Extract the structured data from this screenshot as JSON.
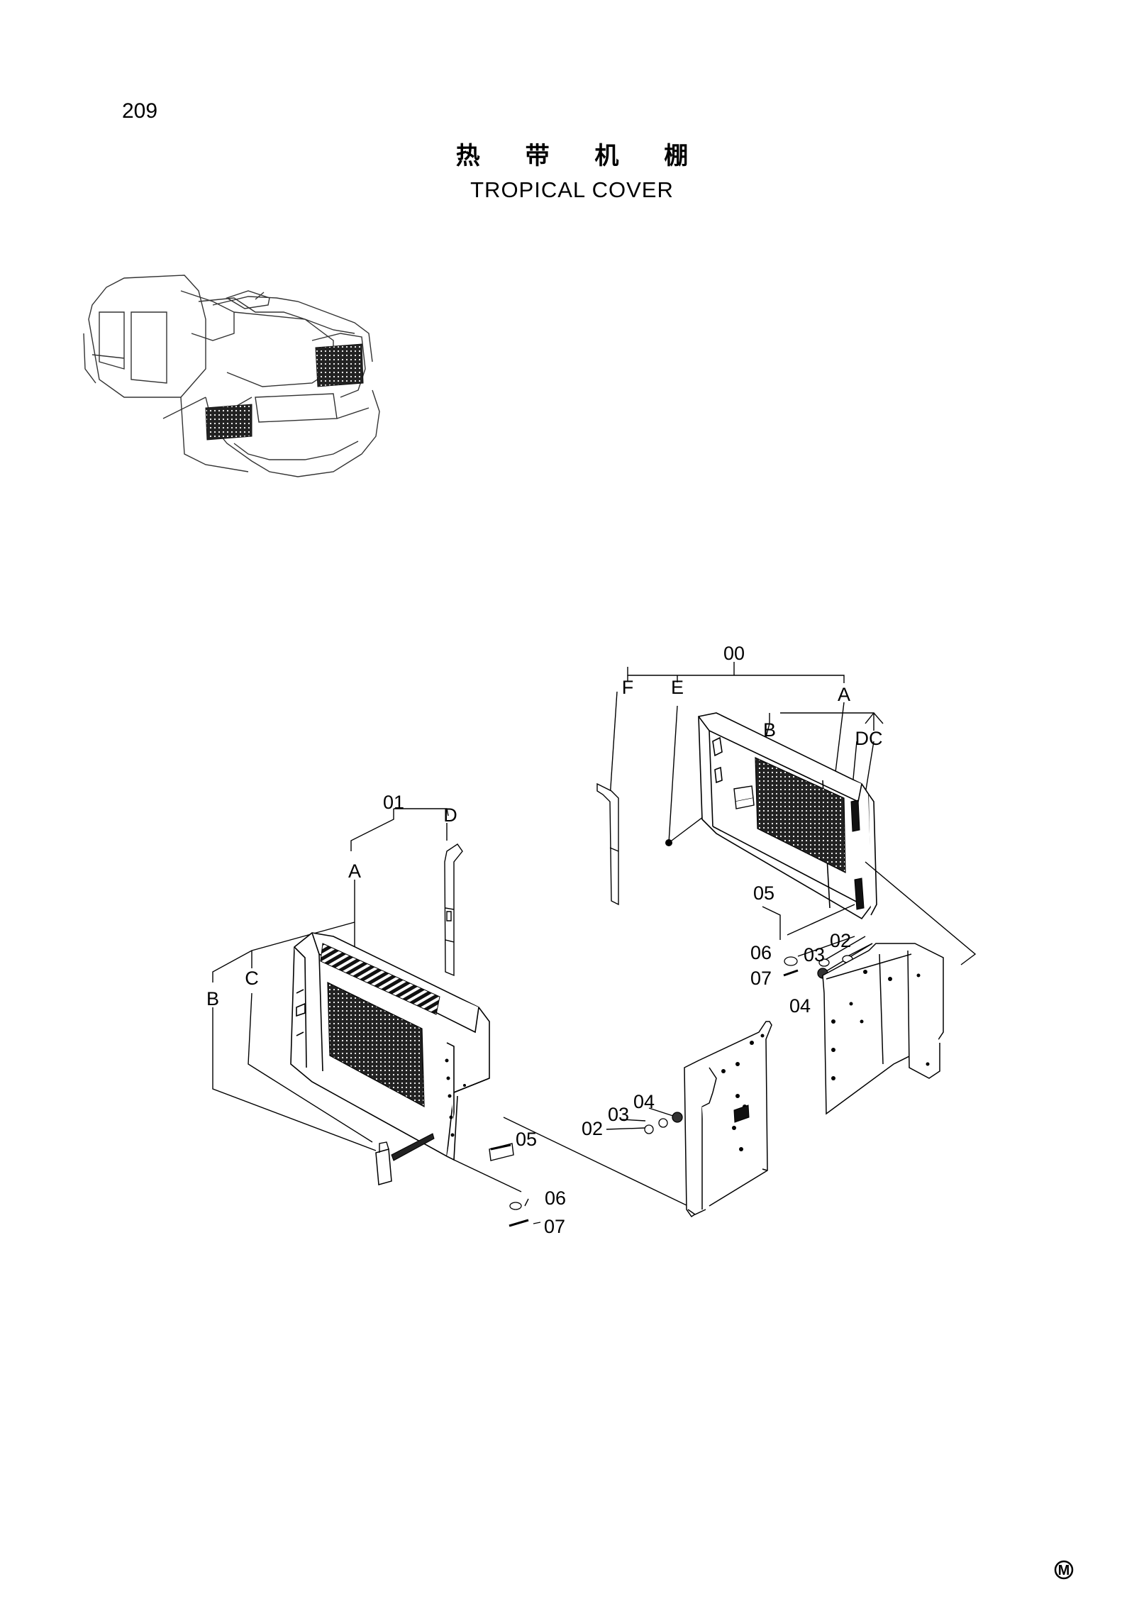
{
  "page": {
    "number": "209",
    "title_cn": "热 带 机 棚",
    "title_en": "TROPICAL COVER",
    "mark": "M"
  },
  "callouts": {
    "c00": "00",
    "F": "F",
    "E": "E",
    "A_right": "A",
    "B_right": "B",
    "DC": "DC",
    "c05_right": "05",
    "c06_right": "06",
    "c07_right": "07",
    "c03_right": "03",
    "c02_right": "02",
    "c04_right": "04",
    "c01": "01",
    "D_left": "D",
    "A_left": "A",
    "C_left": "C",
    "B_left": "B",
    "c05_left": "05",
    "c04_left": "04",
    "c03_left": "03",
    "c02_left": "02",
    "c06_left": "06",
    "c07_left": "07"
  }
}
